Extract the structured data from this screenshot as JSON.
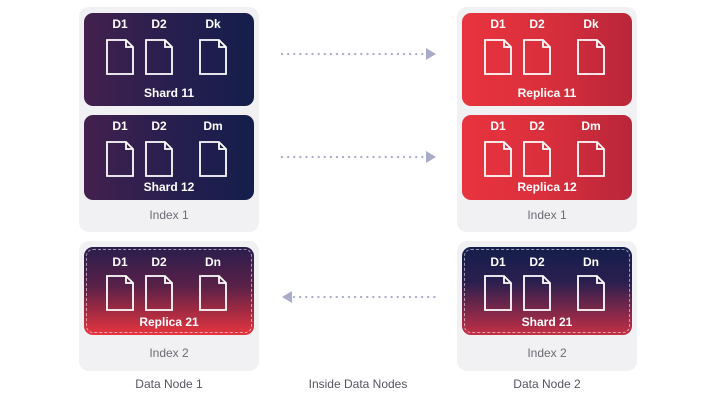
{
  "diagram": {
    "nodes": [
      {
        "label": "Data Node 1",
        "groups": [
          {
            "label": "Index 1",
            "cards": [
              {
                "title": "Shard 11",
                "docs": [
                  "D1",
                  "D2",
                  "Dk"
                ],
                "style": "navy"
              },
              {
                "title": "Shard 12",
                "docs": [
                  "D1",
                  "D2",
                  "Dm"
                ],
                "style": "navy"
              }
            ]
          },
          {
            "label": "Index 2",
            "cards": [
              {
                "title": "Replica 21",
                "docs": [
                  "D1",
                  "D2",
                  "Dn"
                ],
                "style": "fade-red"
              }
            ]
          }
        ]
      },
      {
        "label": "Data Node 2",
        "groups": [
          {
            "label": "Index 1",
            "cards": [
              {
                "title": "Replica 11",
                "docs": [
                  "D1",
                  "D2",
                  "Dk"
                ],
                "style": "red"
              },
              {
                "title": "Replica 12",
                "docs": [
                  "D1",
                  "D2",
                  "Dm"
                ],
                "style": "red"
              }
            ]
          },
          {
            "label": "Index 2",
            "cards": [
              {
                "title": "Shard 21",
                "docs": [
                  "D1",
                  "D2",
                  "Dn"
                ],
                "style": "fade-navy"
              }
            ]
          }
        ]
      }
    ],
    "center_label": "Inside Data Nodes",
    "colors": {
      "navy": "#141e4c",
      "purple": "#44204e",
      "red": "#e8343e",
      "arrow": "#a9acc6",
      "panel": "#f1f1f3"
    }
  }
}
